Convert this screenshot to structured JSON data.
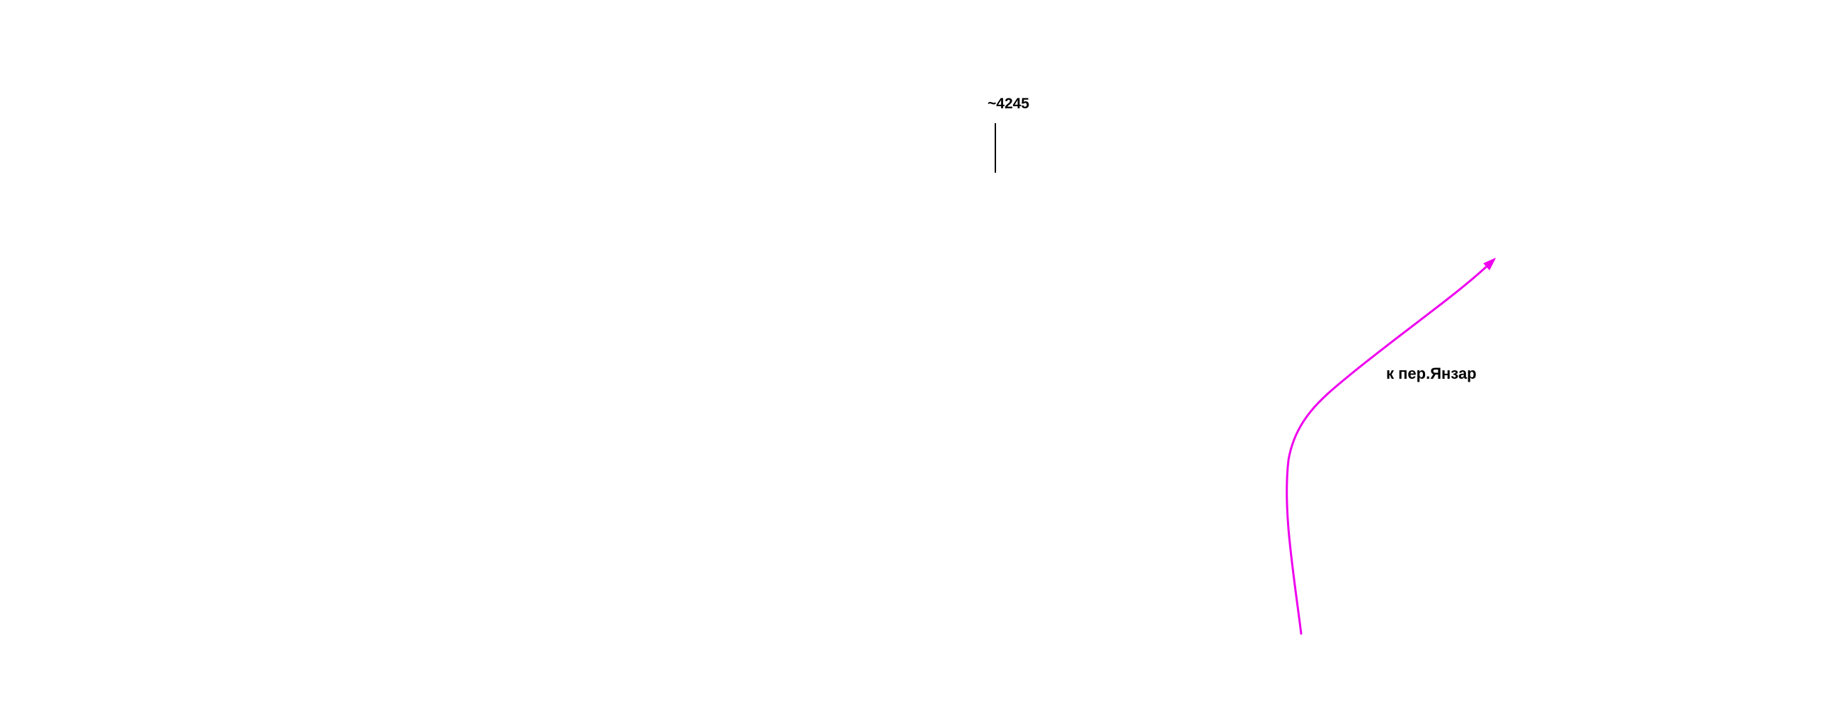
{
  "map": {
    "elevation_label": "~4245",
    "route_label": "к пер.Янзар",
    "route_color": "#ee00ee",
    "marker_color": "#000000",
    "background": "#ffffff",
    "icons": [
      "elevation-tick",
      "route-arrow"
    ]
  }
}
